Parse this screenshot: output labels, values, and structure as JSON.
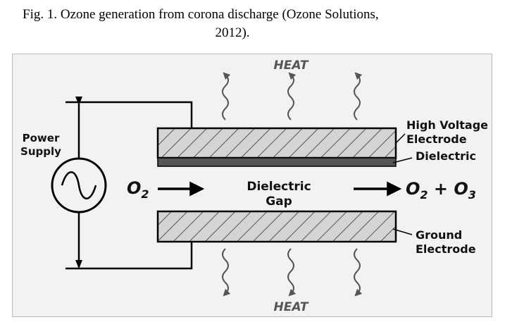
{
  "caption": {
    "line1": "Fig. 1.  Ozone generation from corona discharge (Ozone Solutions,",
    "line2": "2012)."
  },
  "diagram": {
    "heat_top": "HEAT",
    "heat_bottom": "HEAT",
    "power_supply_line1": "Power",
    "power_supply_line2": "Supply",
    "hv_electrode_line1": "High Voltage",
    "hv_electrode_line2": "Electrode",
    "dielectric": "Dielectric",
    "gap_line1": "Dielectric",
    "gap_line2": "Gap",
    "ground_line1": "Ground",
    "ground_line2": "Electrode",
    "input_gas": "O",
    "input_sub": "2",
    "output_a": "O",
    "output_a_sub": "2",
    "output_plus": " + ",
    "output_b": "O",
    "output_b_sub": "3"
  },
  "colors": {
    "background": "#f2f2f2",
    "hatch_fill": "#d4d4d4",
    "dielectric_fill": "#555555",
    "line": "#000000",
    "heat_text": "#555555"
  }
}
